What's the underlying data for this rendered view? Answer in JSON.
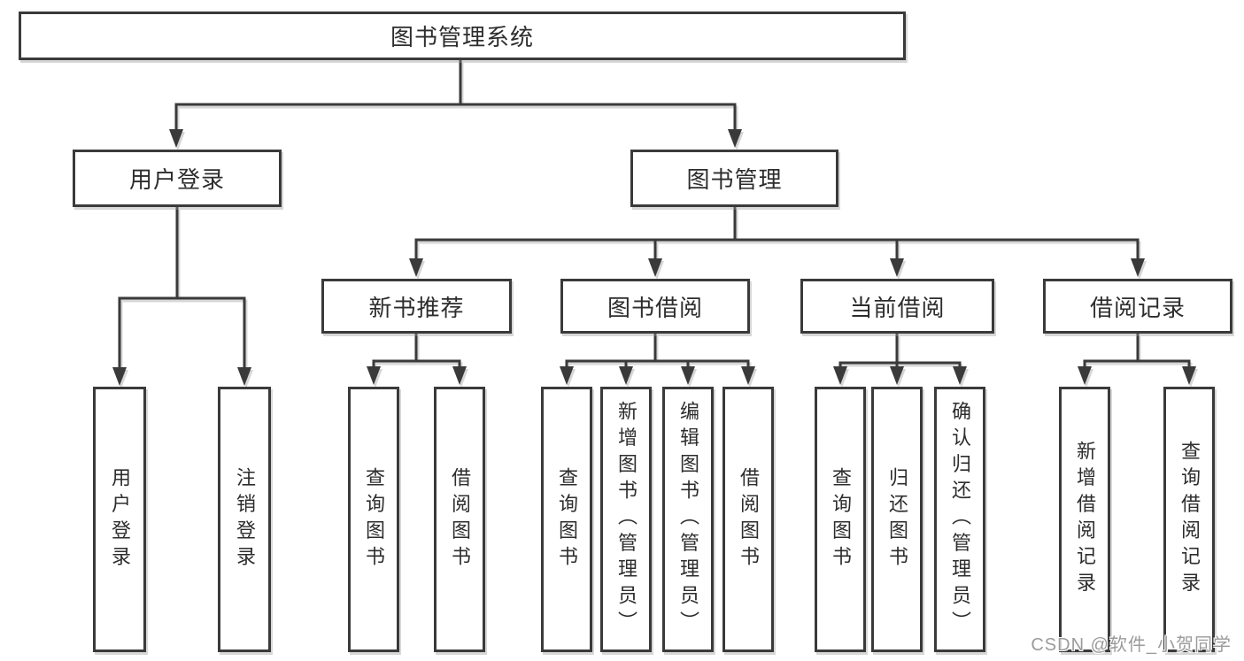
{
  "diagram": {
    "title": "图书管理系统",
    "nodes": {
      "root": "图书管理系统",
      "user_login": "用户登录",
      "book_mgmt": "图书管理",
      "new_book_rec": "新书推荐",
      "book_borrow": "图书借阅",
      "current_borrow": "当前借阅",
      "borrow_record": "借阅记录"
    },
    "leaves": {
      "user_login": [
        "用户登录",
        "注销登录"
      ],
      "new_book_rec": [
        "查询图书",
        "借阅图书"
      ],
      "book_borrow": [
        "查询图书",
        "新增图书（管理员）",
        "编辑图书（管理员）",
        "借阅图书"
      ],
      "current_borrow": [
        "查询图书",
        "归还图书",
        "确认归还（管理员）"
      ],
      "borrow_record": [
        "新增借阅记录",
        "查询借阅记录"
      ]
    },
    "colors": {
      "line": "#3a3a3a",
      "box_border": "#3a3a3a",
      "text": "#2d2d2d",
      "background": "#ffffff",
      "watermark": "#9b9b9b"
    }
  },
  "watermark": {
    "text": "CSDN @软件_小贺同学"
  }
}
